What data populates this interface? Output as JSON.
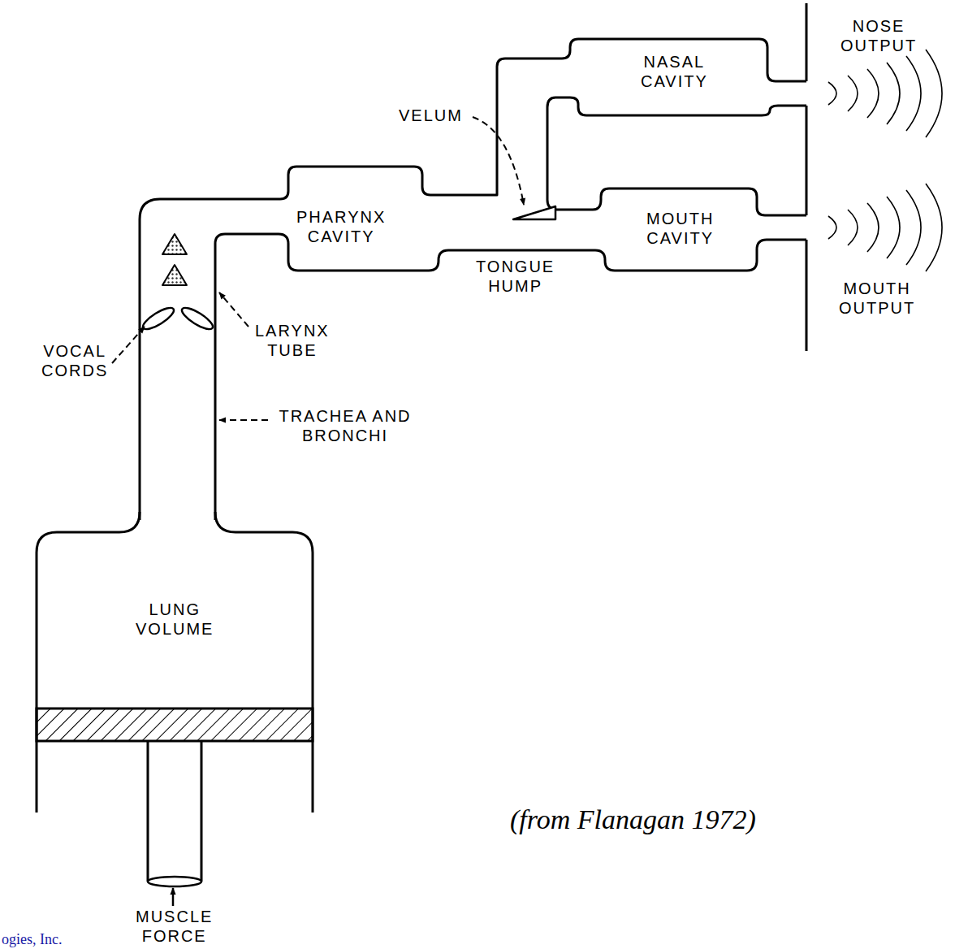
{
  "diagram": {
    "caption": "(from Flanagan 1972)",
    "labels": [
      "NOSE OUTPUT",
      "NASAL CAVITY",
      "VELUM",
      "PHARYNX CAVITY",
      "MOUTH CAVITY",
      "TONGUE HUMP",
      "MOUTH OUTPUT",
      "LARYNX TUBE",
      "VOCAL CORDS",
      "TRACHEA AND BRONCHI",
      "LUNG VOLUME",
      "MUSCLE FORCE",
      "ogies, Inc."
    ]
  }
}
